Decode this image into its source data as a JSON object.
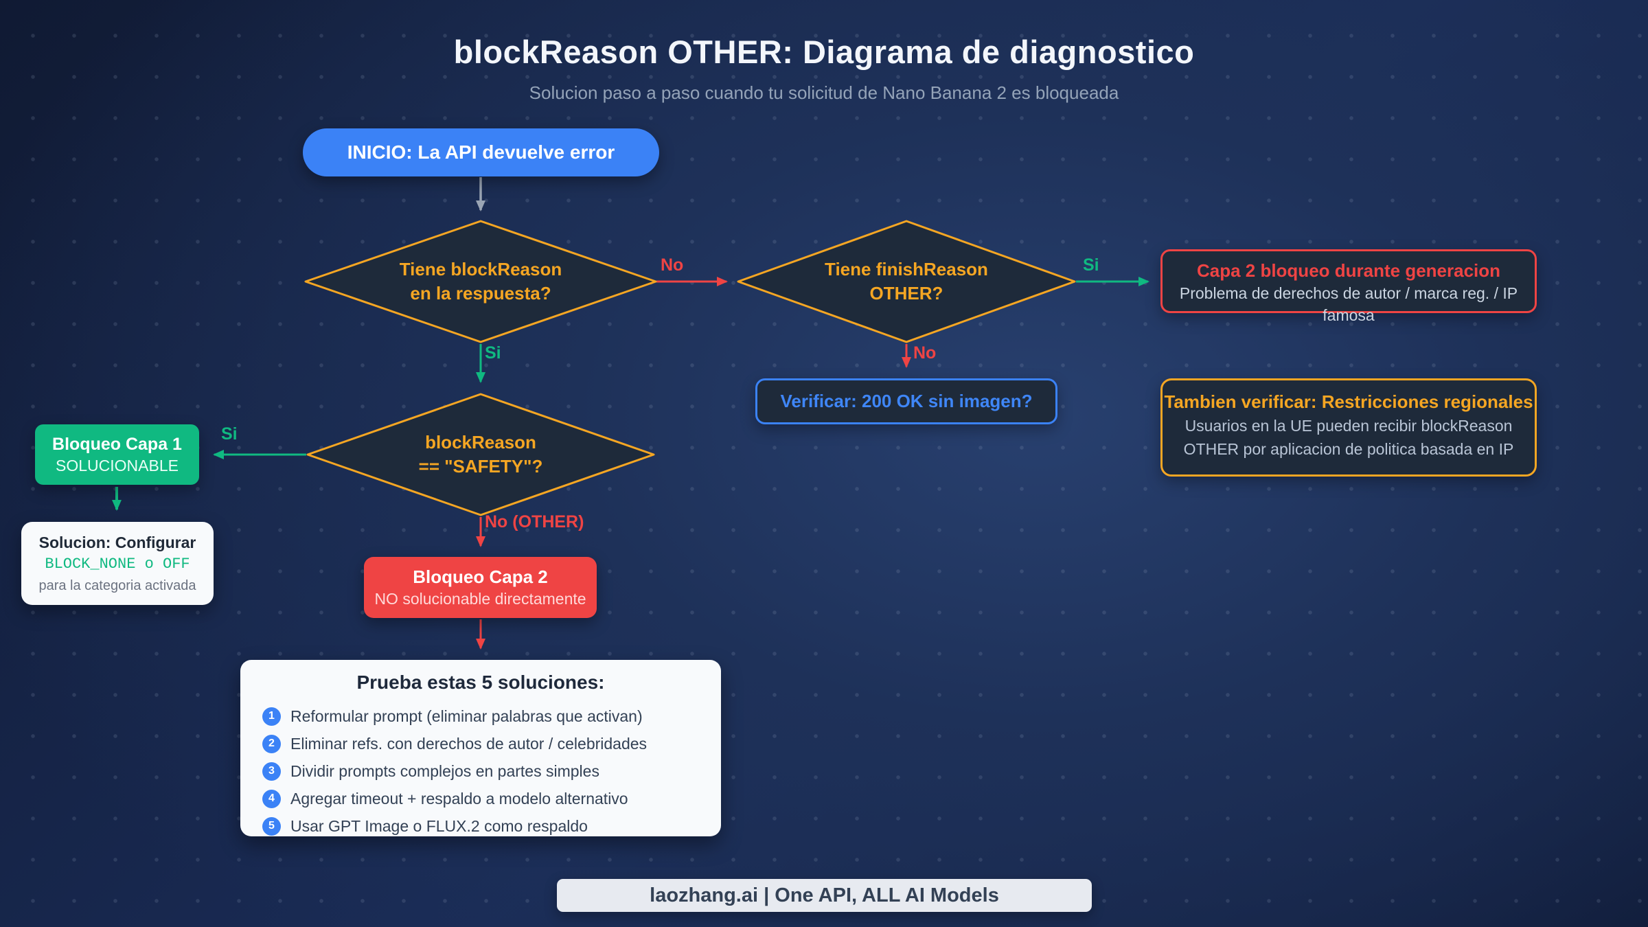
{
  "header": {
    "title": "blockReason OTHER: Diagrama de diagnostico",
    "subtitle": "Solucion paso a paso cuando tu solicitud de Nano Banana 2 es bloqueada"
  },
  "flow": {
    "start": {
      "label": "INICIO: La API devuelve error"
    },
    "decision_blockreason": {
      "line1": "Tiene blockReason",
      "line2": "en la respuesta?"
    },
    "decision_finishreason": {
      "line1": "Tiene finishReason",
      "line2": "OTHER?"
    },
    "decision_safety": {
      "line1": "blockReason",
      "line2": "== \"SAFETY\"?"
    },
    "result_layer2_generation": {
      "title": "Capa 2 bloqueo durante generacion",
      "body": "Problema de derechos de autor / marca reg. / IP famosa"
    },
    "check_200ok": {
      "label": "Verificar: 200 OK sin imagen?"
    },
    "note_regional": {
      "title": "Tambien verificar: Restricciones regionales",
      "line1": "Usuarios en la UE pueden recibir blockReason",
      "line2": "OTHER por aplicacion de politica basada en IP"
    },
    "result_layer1": {
      "title": "Bloqueo Capa 1",
      "subtitle": "SOLUCIONABLE"
    },
    "solution_config": {
      "title": "Solucion: Configurar",
      "code": "BLOCK_NONE o OFF",
      "body": "para la categoria activada"
    },
    "result_layer2": {
      "title": "Bloqueo Capa 2",
      "subtitle": "NO solucionable directamente"
    },
    "solutions_panel": {
      "title": "Prueba estas 5 soluciones:",
      "items": [
        {
          "num": "1",
          "text": "Reformular prompt (eliminar palabras que activan)"
        },
        {
          "num": "2",
          "text": "Eliminar refs. con derechos de autor / celebridades"
        },
        {
          "num": "3",
          "text": "Dividir prompts complejos en partes simples"
        },
        {
          "num": "4",
          "text": "Agregar timeout + respaldo a modelo alternativo"
        },
        {
          "num": "5",
          "text": "Usar GPT Image o FLUX.2 como respaldo"
        }
      ]
    },
    "labels": {
      "no_blockreason": "No",
      "si_blockreason": "Si",
      "si_finishreason": "Si",
      "no_finishreason": "No",
      "si_safety": "Si",
      "no_safety": "No (OTHER)"
    }
  },
  "footer": {
    "brand": "laozhang.ai | One API, ALL AI Models"
  },
  "colors": {
    "accent_blue": "#3b82f6",
    "accent_orange": "#f5a623",
    "accent_red": "#ef4444",
    "accent_green": "#10b981",
    "node_dark": "#1e2a3a",
    "panel_light": "#f8fafc",
    "background": "#1a2c57"
  }
}
